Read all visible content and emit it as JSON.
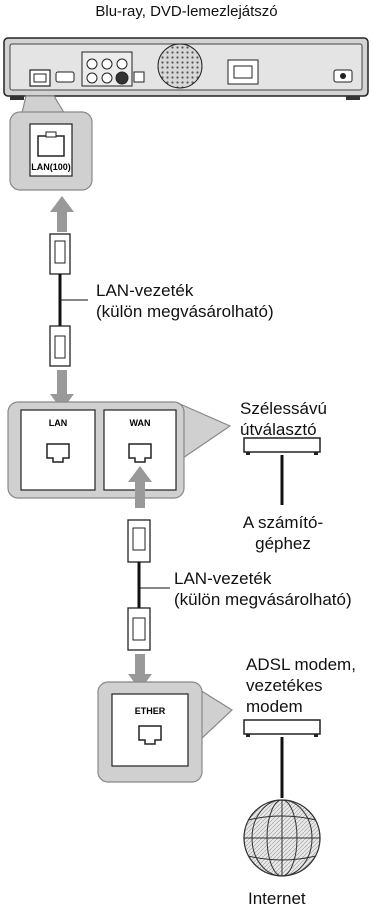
{
  "device_title": "Blu-ray, DVD-lemezlejátszó",
  "ports": {
    "player_lan": "LAN(100)",
    "router_lan": "LAN",
    "router_wan": "WAN",
    "modem_ether": "ETHER"
  },
  "cable_label_1": [
    "LAN-vezeték",
    "(külön megvásárolható)"
  ],
  "router_label": [
    "Szélessávú",
    "útválasztó"
  ],
  "computer_label": [
    "A számító-",
    "géphez"
  ],
  "cable_label_2": [
    "LAN-vezeték",
    "(külön megvásárolható)"
  ],
  "modem_label": [
    "ADSL modem,",
    "vezetékes",
    "modem"
  ],
  "internet_label": "Internet"
}
